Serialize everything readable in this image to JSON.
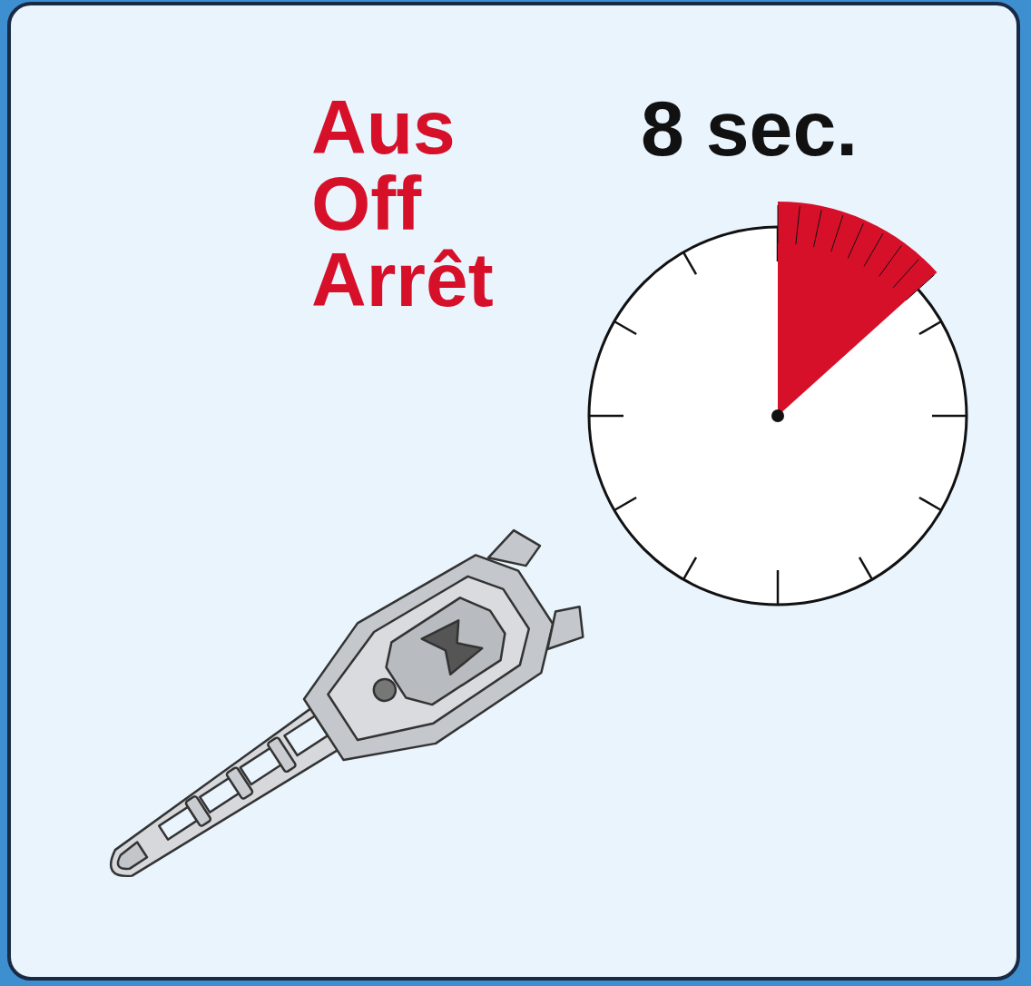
{
  "diagram": {
    "labels": [
      "Aus",
      "Off",
      "Arrêt",
      "8 sec."
    ]
  }
}
